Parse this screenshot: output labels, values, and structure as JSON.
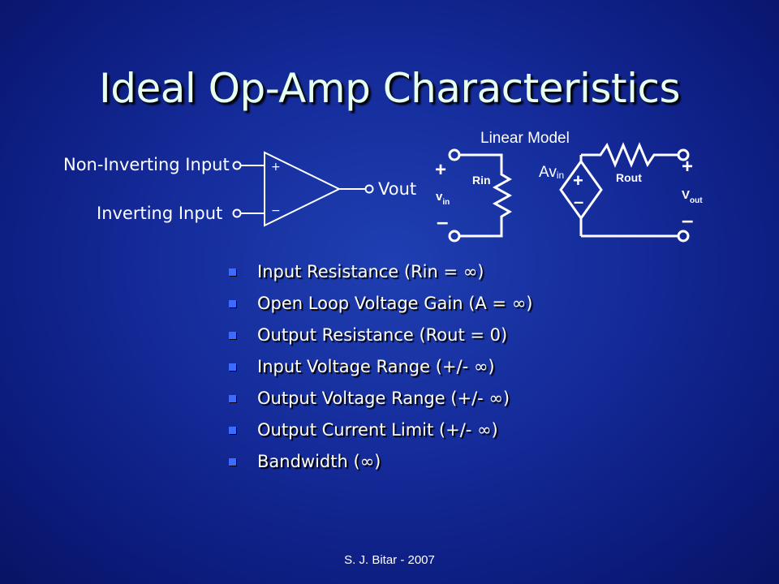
{
  "title": "Ideal Op-Amp Characteristics",
  "opamp": {
    "non_inverting_label": "Non-Inverting Input",
    "inverting_label": "Inverting Input",
    "output_label": "Vout",
    "plus_sign": "+",
    "minus_sign": "−"
  },
  "linear_model": {
    "heading": "Linear Model",
    "input_plus": "+",
    "input_minus": "–",
    "vin_main": "v",
    "vin_sub": "in",
    "rin_label": "Rin",
    "source_main": "Av",
    "source_sub": "in",
    "source_plus": "+",
    "source_minus": "–",
    "rout_label": "Rout",
    "output_plus": "+",
    "output_minus": "–",
    "vout_main": "V",
    "vout_sub": "out"
  },
  "bullets": [
    "Input Resistance (Rin = ∞)",
    "Open Loop Voltage Gain (A = ∞)",
    "Output Resistance (Rout = 0)",
    "Input Voltage Range (+/- ∞)",
    "Output Voltage Range (+/- ∞)",
    "Output Current Limit  (+/- ∞)",
    "Bandwidth (∞)"
  ],
  "footer": "S. J. Bitar - 2007",
  "colors": {
    "background": "#142a98",
    "title": "#e6ffee",
    "bullet_marker": "#3d6bff"
  }
}
